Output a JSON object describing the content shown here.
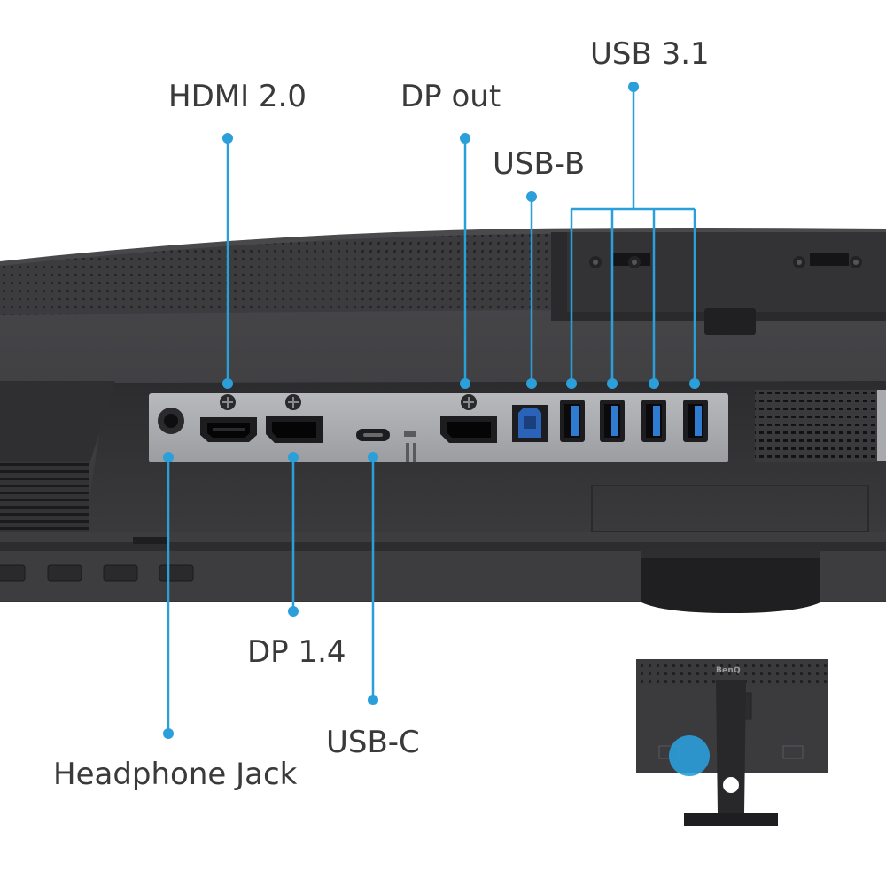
{
  "labels": {
    "hdmi": "HDMI 2.0",
    "dp_out": "DP out",
    "usb_3_1": "USB 3.1",
    "usb_b": "USB-B",
    "dp_1_4": "DP 1.4",
    "usb_c": "USB-C",
    "headphone_jack": "Headphone Jack"
  },
  "brand": "BenQ",
  "colors": {
    "callout": "#2b9fd9",
    "label_text": "#3a3a3a",
    "bezel": "#3b3b3d",
    "port_panel": "#a9aaad",
    "usb3_blue": "#2f7bd0",
    "usb_b_blue": "#2a63b8"
  }
}
